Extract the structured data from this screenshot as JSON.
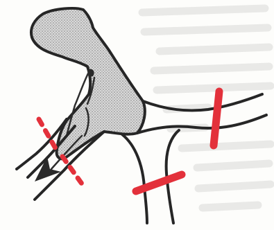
{
  "colors": {
    "outline": "#262626",
    "stipple": "#8f8f8f",
    "stipple_background": "#d9d9d9",
    "clamp": "#e3313b",
    "ghost_text": "#e9e9e7",
    "page": "#fdfdfb"
  },
  "diagram": {
    "clamps": [
      {
        "id": "upper-branch-clamp",
        "style": "solid"
      },
      {
        "id": "lower-branch-clamp",
        "style": "solid"
      },
      {
        "id": "left-duct-clamp-upper",
        "style": "dashed"
      },
      {
        "id": "left-duct-clamp-lower",
        "style": "dashed"
      }
    ],
    "direction_marker": {
      "icon": "arrow-down-left-icon"
    }
  }
}
